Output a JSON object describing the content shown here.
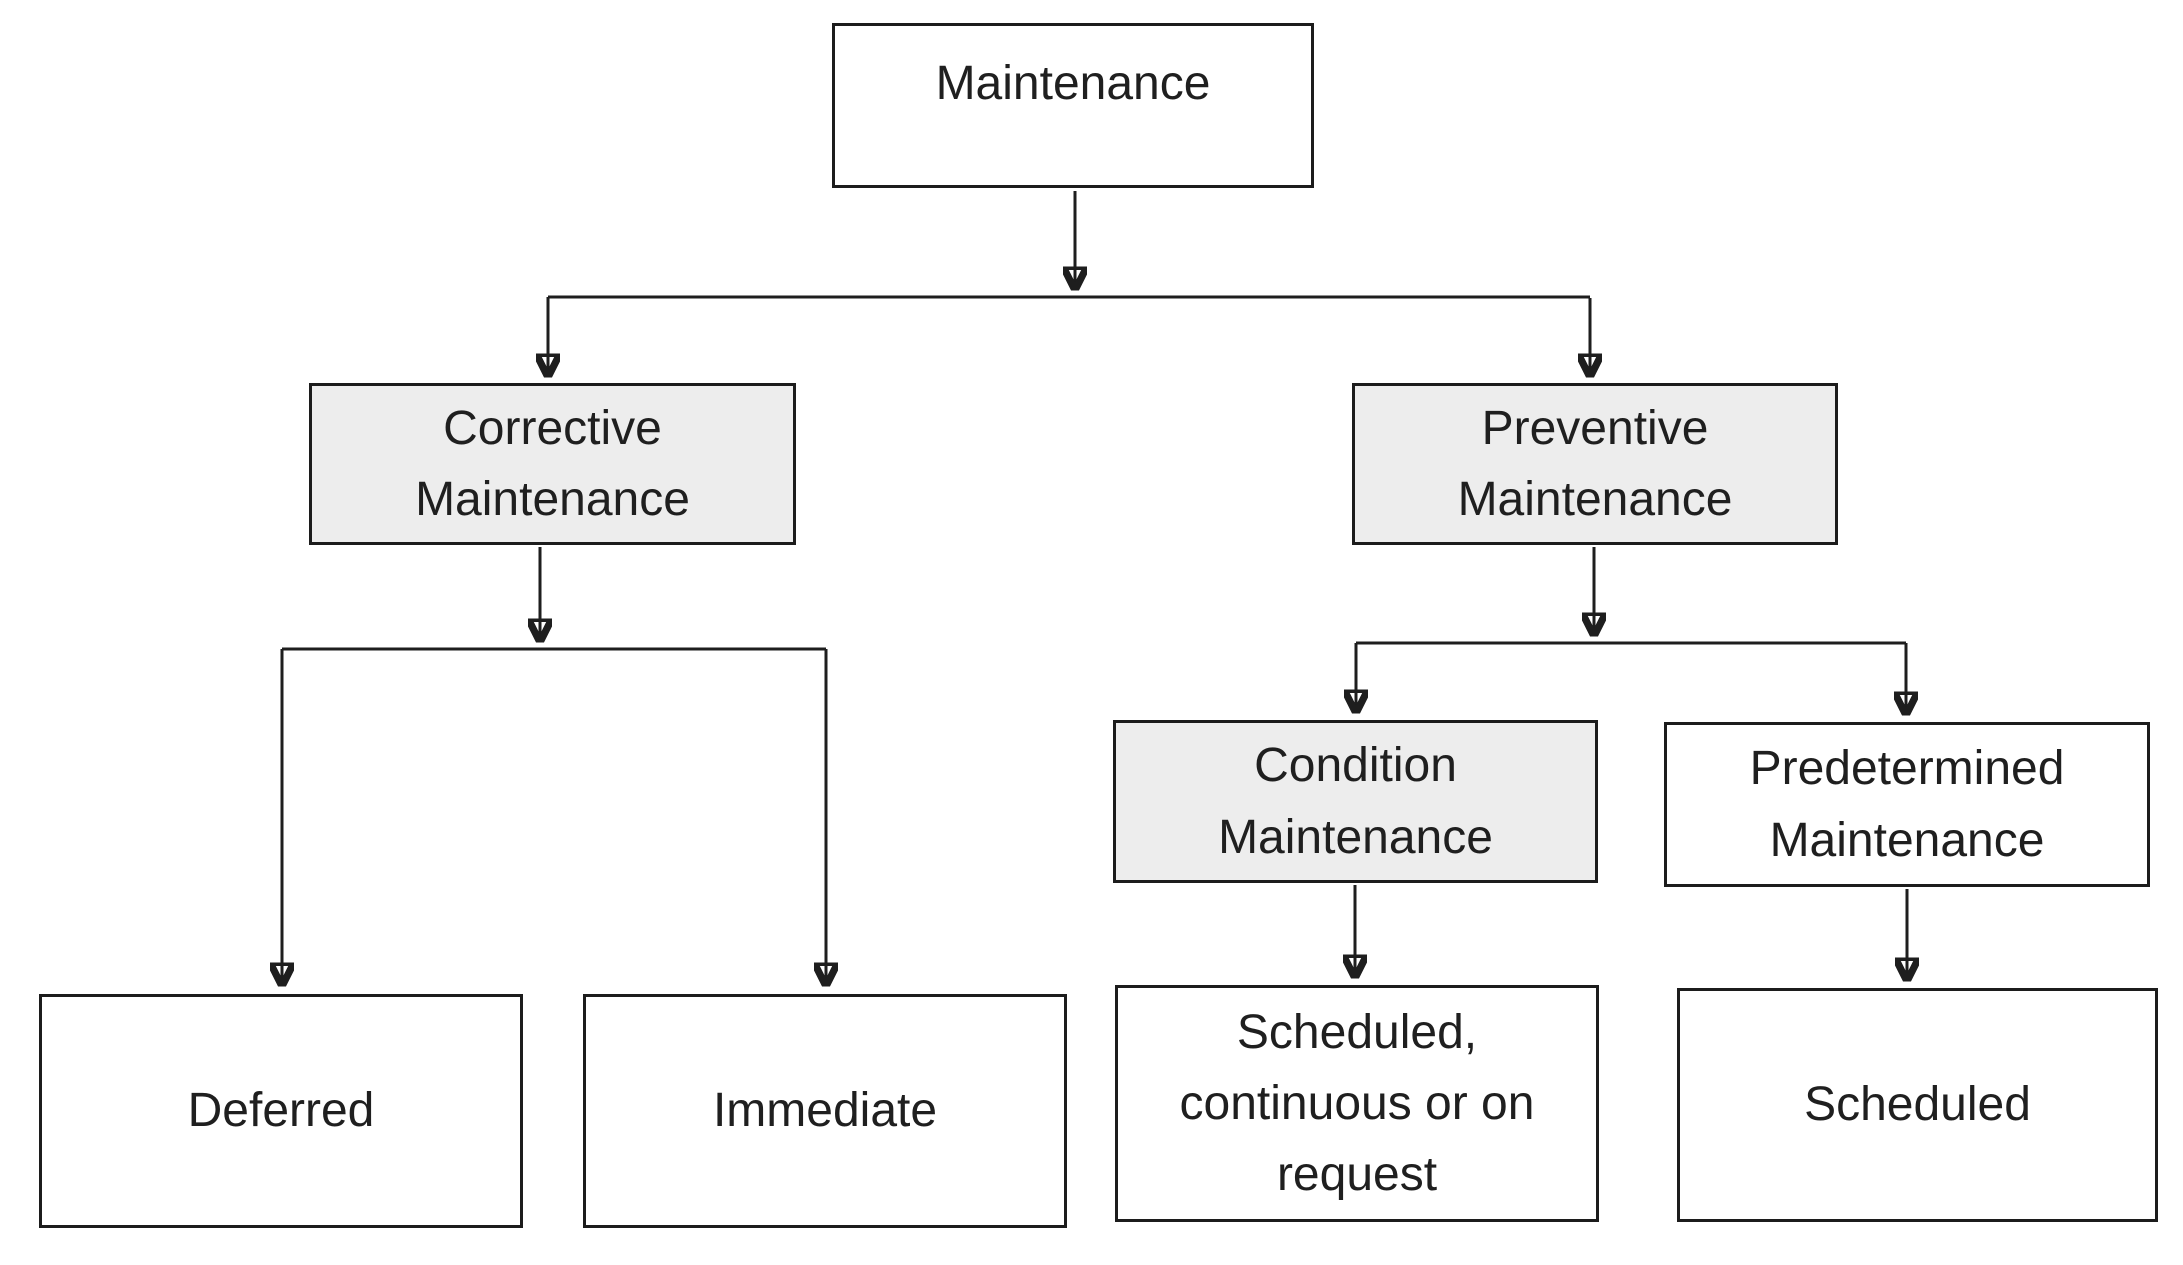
{
  "diagram": {
    "type": "flowchart",
    "colors": {
      "background": "#ffffff",
      "node_border": "#1c1c1c",
      "node_fill_plain": "#ffffff",
      "node_fill_highlight": "#ededed",
      "connector": "#1e1e1e",
      "text": "#1f1f1f"
    },
    "nodes": {
      "maintenance": {
        "label": "Maintenance",
        "fill": "plain"
      },
      "corrective": {
        "label": "Corrective Maintenance",
        "fill": "highlight"
      },
      "preventive": {
        "label": "Preventive Maintenance",
        "fill": "highlight"
      },
      "deferred": {
        "label": "Deferred",
        "fill": "plain"
      },
      "immediate": {
        "label": "Immediate",
        "fill": "plain"
      },
      "condition": {
        "label": "Condition Maintenance",
        "fill": "highlight"
      },
      "predetermined": {
        "label": "Predetermined Maintenance",
        "fill": "plain"
      },
      "sched_cont": {
        "label": "Scheduled, continuous or on request",
        "fill": "plain"
      },
      "scheduled": {
        "label": "Scheduled",
        "fill": "plain"
      }
    },
    "edges": [
      {
        "from": "maintenance",
        "to": "corrective"
      },
      {
        "from": "maintenance",
        "to": "preventive"
      },
      {
        "from": "corrective",
        "to": "deferred"
      },
      {
        "from": "corrective",
        "to": "immediate"
      },
      {
        "from": "preventive",
        "to": "condition"
      },
      {
        "from": "preventive",
        "to": "predetermined"
      },
      {
        "from": "condition",
        "to": "sched_cont"
      },
      {
        "from": "predetermined",
        "to": "scheduled"
      }
    ]
  }
}
